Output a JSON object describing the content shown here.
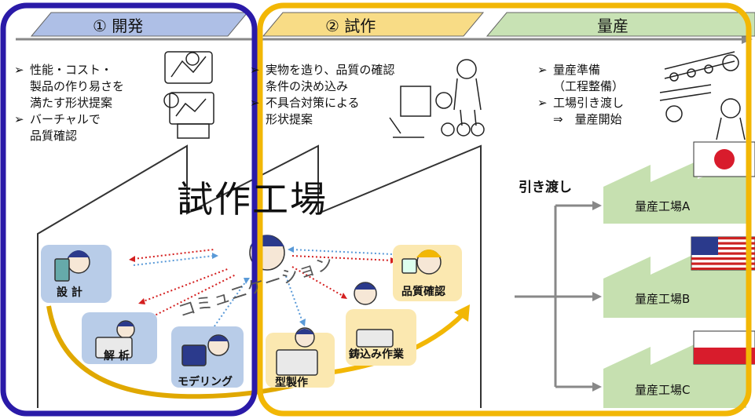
{
  "phases": [
    {
      "num": "①",
      "label": "開発"
    },
    {
      "num": "②",
      "label": "試作"
    },
    {
      "num": "",
      "label": "量産"
    }
  ],
  "dev_bullets": [
    "性能・コスト・",
    "製品の作り易さを",
    "満たす形状提案",
    "バーチャルで",
    "品質確認"
  ],
  "proto_bullets": [
    "実物を造り、品質の確認",
    "条件の決め込み",
    "不具合対策による",
    "形状提案"
  ],
  "mass_bullets": [
    "量産準備",
    "（工程整備）",
    "工場引き渡し",
    "⇒　量産開始"
  ],
  "factory_title": "試作工場",
  "comm_text": "コミュニケーション",
  "roles": {
    "design": "設 計",
    "analysis": "解 析",
    "modeling": "モデリング",
    "quality": "品質確認",
    "casting": "鋳込み作業",
    "mold": "型製作"
  },
  "handover": "引き渡し",
  "plants": [
    "量産工場A",
    "量産工場B",
    "量産工場C"
  ],
  "colors": {
    "dev_outline": "#2a1aa8",
    "proto_outline": "#f2b705",
    "dev_band": "#aebfe6",
    "proto_band": "#f8dc86",
    "mass_band": "#c8e2b4",
    "plant_fill": "#c6e0b0",
    "tile_blue": "#b8cce8",
    "tile_yellow": "#fbe8b0",
    "arrow_red": "#d42020",
    "arrow_blue": "#5a9ad8"
  }
}
